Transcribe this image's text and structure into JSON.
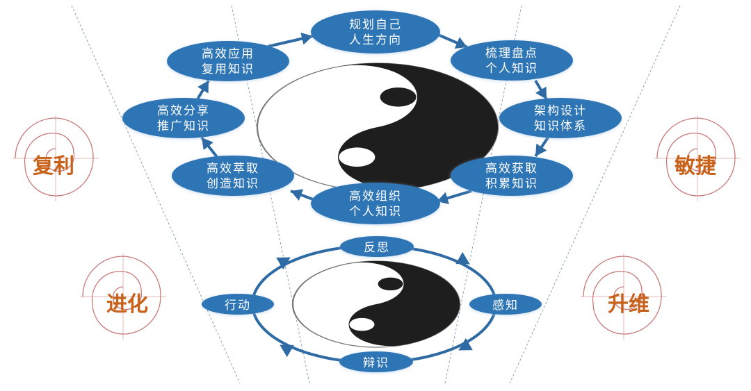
{
  "colors": {
    "node_fill": "#2e74b5",
    "node_stroke": "#2a6aa6",
    "node_text": "#ffffff",
    "arrow": "#2e6aa3",
    "yin": "#1e1e1e",
    "yang": "#ffffff",
    "badge_text": "#c8611a",
    "badge_spiral": "#c87878",
    "divider": "#8a9ab0"
  },
  "top_cycle": {
    "direction": "clockwise",
    "nodes": [
      {
        "id": "plan",
        "line1": "规划自己",
        "line2": "人生方向"
      },
      {
        "id": "sort",
        "line1": "梳理盘点",
        "line2": "个人知识"
      },
      {
        "id": "design",
        "line1": "架构设计",
        "line2": "知识体系"
      },
      {
        "id": "acquire",
        "line1": "高效获取",
        "line2": "积累知识"
      },
      {
        "id": "organize",
        "line1": "高效组织",
        "line2": "个人知识"
      },
      {
        "id": "extract",
        "line1": "高效萃取",
        "line2": "创造知识"
      },
      {
        "id": "share",
        "line1": "高效分享",
        "line2": "推广知识"
      },
      {
        "id": "apply",
        "line1": "高效应用",
        "line2": "复用知识"
      }
    ]
  },
  "bottom_cycle": {
    "direction": "clockwise",
    "nodes": [
      {
        "id": "reflect",
        "label": "反思"
      },
      {
        "id": "perceive",
        "label": "感知"
      },
      {
        "id": "discern",
        "label": "辩识"
      },
      {
        "id": "act",
        "label": "行动"
      }
    ]
  },
  "badges": [
    {
      "id": "compound",
      "label": "复利"
    },
    {
      "id": "agile",
      "label": "敏捷"
    },
    {
      "id": "evolve",
      "label": "进化"
    },
    {
      "id": "upgrade",
      "label": "升维"
    }
  ],
  "symbols": {
    "center_top": "yin-yang-icon",
    "center_bottom": "yin-yang-icon",
    "badge_decoration": "spiral-icon"
  }
}
